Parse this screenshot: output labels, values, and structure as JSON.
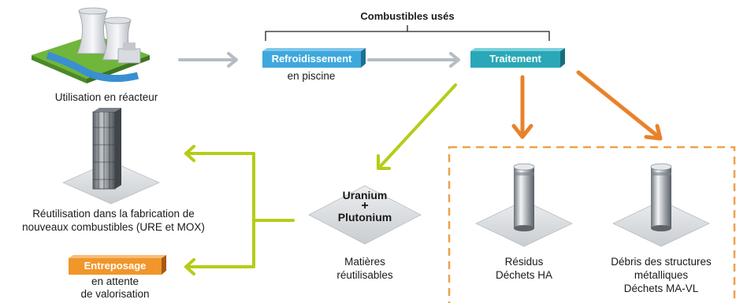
{
  "bracket_label": "Combustibles usés",
  "reactor_label": "Utilisation en réacteur",
  "cooling": {
    "box": "Refroidissement",
    "sub": "en piscine"
  },
  "treatment": {
    "box": "Traitement"
  },
  "reuse_label_line1": "Réutilisation dans la fabrication de",
  "reuse_label_line2": "nouveaux combustibles (URE et MOX)",
  "storage": {
    "box": "Entreposage",
    "sub1": "en attente",
    "sub2": "de valorisation"
  },
  "materials": {
    "uranium": "Uranium",
    "plus": "+",
    "plutonium": "Plutonium",
    "label1": "Matières",
    "label2": "réutilisables"
  },
  "residues": {
    "label1": "Résidus",
    "label2": "Déchets HA"
  },
  "debris": {
    "label1": "Débris des structures",
    "label2": "métalliques",
    "label3": "Déchets MA-VL"
  },
  "colors": {
    "gray_arrow": "#b6bcc4",
    "green": "#b5cc18",
    "orange": "#e8822a",
    "cooling_box": "#3ea8dc",
    "treatment_box": "#2aa8b8",
    "storage_box": "#f0962a"
  }
}
